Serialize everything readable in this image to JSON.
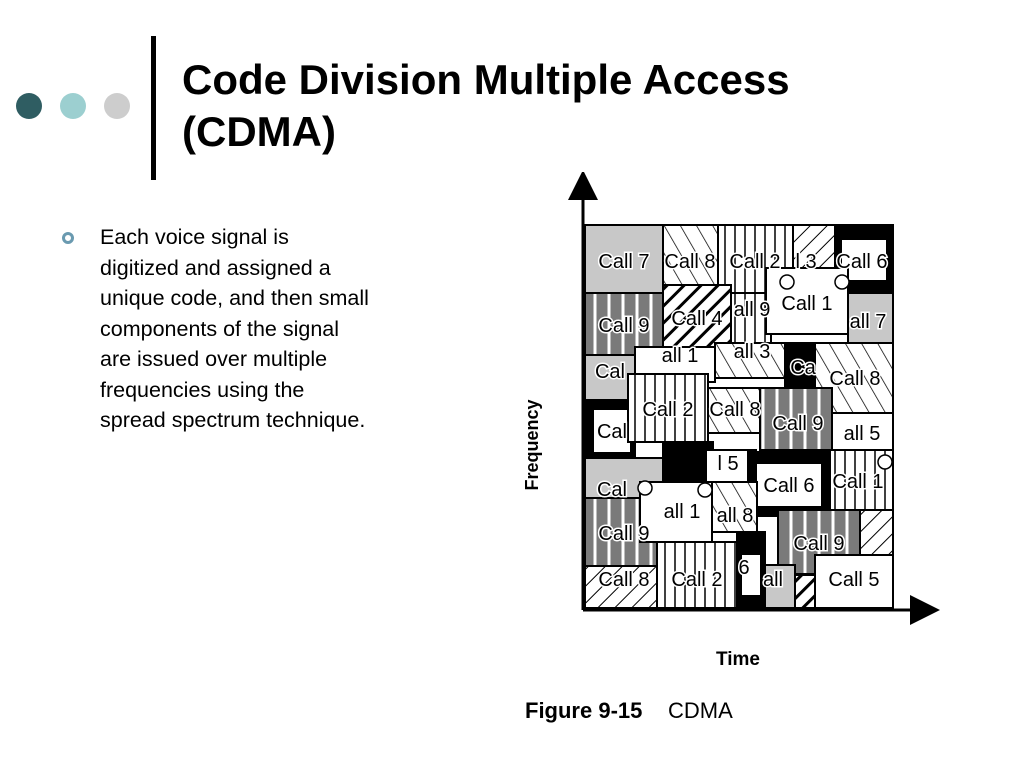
{
  "slide": {
    "title_lines": [
      "Code Division Multiple Access",
      "(CDMA)"
    ],
    "dot_colors": [
      "#2f5d62",
      "#9ccfd0",
      "#cdcdcd"
    ],
    "bullet_icon": "hollow-circle-bullet",
    "bullet_color": "#6a9ab0",
    "bullet_lines": [
      "Each voice signal is",
      "digitized and assigned a",
      "unique code, and then small",
      "components of the signal",
      "are issued over multiple",
      "frequencies using the",
      "spread spectrum technique."
    ]
  },
  "figure": {
    "y_axis_label": "Frequency",
    "x_axis_label": "Time",
    "caption_number": "Figure 9-15",
    "caption_text": "CDMA",
    "call_labels": [
      "Call 7",
      "Call 8",
      "Call 2",
      "l 3",
      "Call 6",
      "Call 9",
      "Call 4",
      "all 9",
      "Call 1",
      "all 7",
      "Cal",
      "all 1",
      "all 3",
      "Ca",
      "Call 8",
      "Call 2",
      "Call 8",
      "Call 9",
      "all 5",
      "Cal",
      "l 5",
      "Cal",
      "Call 6",
      "Call 1",
      "Call 9",
      "all 1",
      "all 8",
      "Call 9",
      "Call 8",
      "Call 2",
      "6",
      "all",
      "Call 5"
    ]
  }
}
